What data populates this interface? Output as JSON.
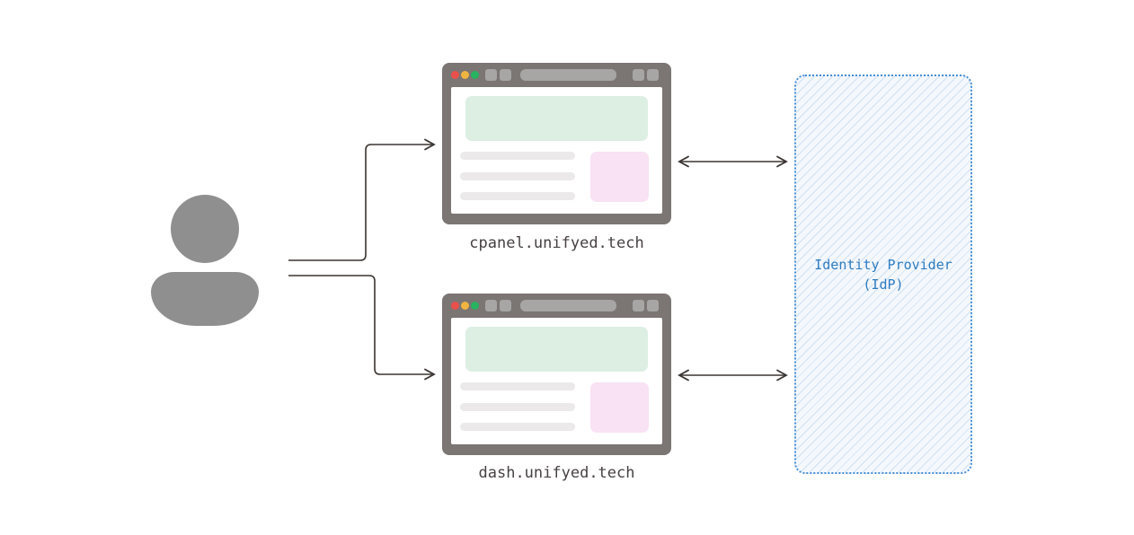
{
  "browser_windows": [
    {
      "label": "cpanel.unifyed.tech"
    },
    {
      "label": "dash.unifyed.tech"
    }
  ],
  "identity_provider": {
    "label_line1": "Identity Provider",
    "label_line2": "(IdP)"
  },
  "colors": {
    "canvas_bg": "#ffffff",
    "user": "#8f8f8f",
    "frame": "#7b7573",
    "chrome_el": "#a8a5a5",
    "traffic_red": "#e9504c",
    "traffic_amber": "#f0b441",
    "traffic_green": "#27b35f",
    "mint": "#ddeee3",
    "line": "#ebe9e9",
    "pink": "#f8e2f3",
    "arrow": "#3a3532",
    "label": "#474143",
    "idp_text": "#2e7cc2",
    "idp_border": "#4a8fd3",
    "idp_bg": "#f4f8fd",
    "idp_hatch": "#cfe0f2"
  }
}
